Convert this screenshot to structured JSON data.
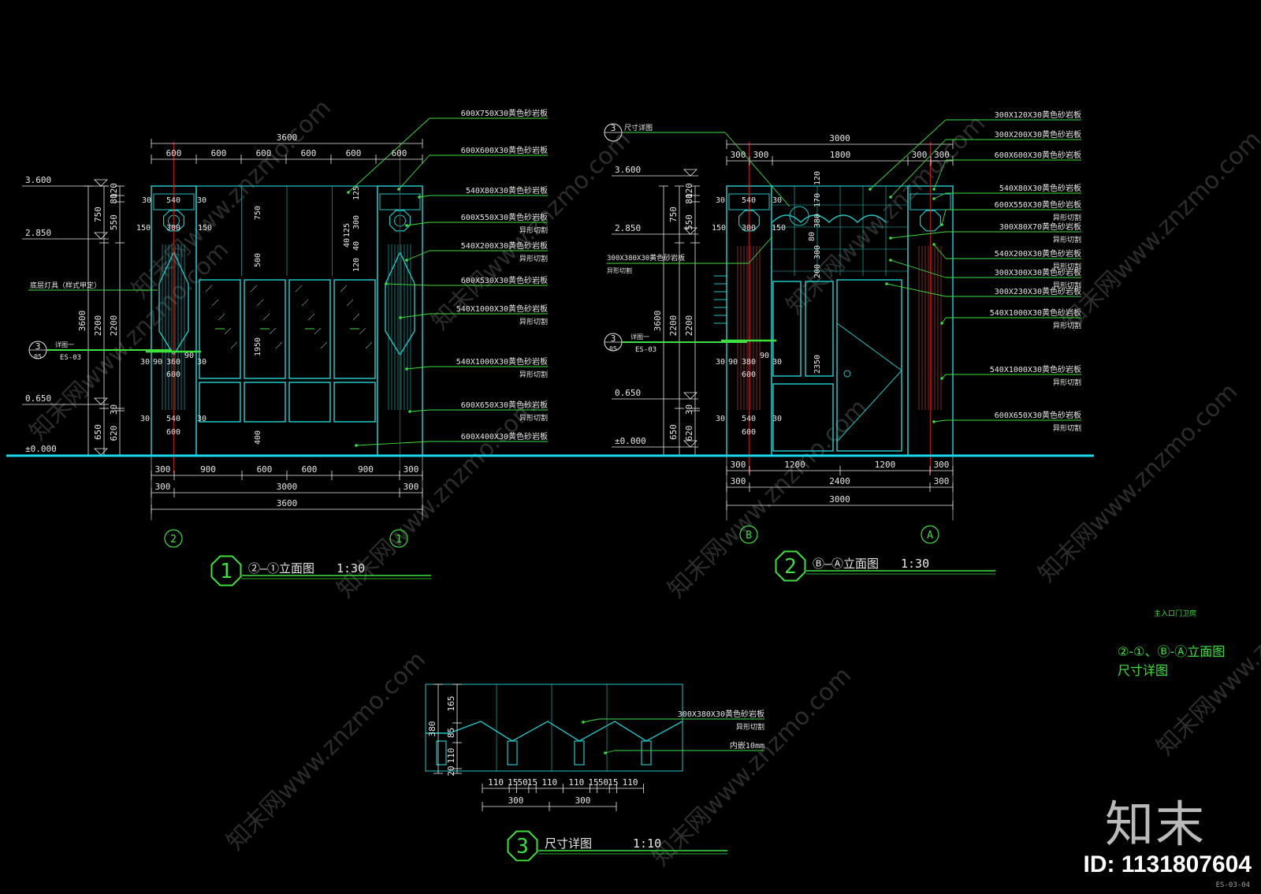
{
  "colors": {
    "background": "#000000",
    "dimension": "#e8e8e8",
    "leader": "#3de03d",
    "outline": "#21c6c6",
    "axis": "#e02020",
    "ground": "#19d6e8",
    "watermark": "#cfcfcf"
  },
  "elevation1": {
    "title_number": "1",
    "title": "②—①立面图",
    "scale": "1:30",
    "top_dims": [
      "600",
      "600",
      "600",
      "600",
      "600",
      "600"
    ],
    "overall_top": "3600",
    "levels": [
      "3.600",
      "2.850",
      "0.650",
      "±0.000"
    ],
    "left_dims_a": [
      "3600"
    ],
    "left_dims_b": [
      "750",
      "2200",
      "650"
    ],
    "left_dims_c": [
      "120",
      "80",
      "550",
      "2200",
      "30",
      "620"
    ],
    "col_dims": [
      "30",
      "540",
      "30",
      "150",
      "300",
      "150",
      "30",
      "90",
      "360",
      "90",
      "30",
      "600",
      "30",
      "540",
      "30",
      "600"
    ],
    "inner_dims": [
      "750",
      "500",
      "1950",
      "400",
      "125",
      "300",
      "40",
      "125",
      "40",
      "120"
    ],
    "bottom_dims_1": [
      "300",
      "900",
      "600",
      "600",
      "900",
      "300"
    ],
    "bottom_dims_2": [
      "300",
      "3000",
      "300"
    ],
    "bottom_dims_3": [
      "3600"
    ],
    "axes": [
      "2",
      "1"
    ],
    "note_left": "底层灯具（样式甲定）",
    "section_ref": {
      "number": "3",
      "sheet": "05",
      "code": "ES-03",
      "label": "详图一"
    },
    "labels": [
      {
        "text": "600X750X30黄色砂岩板",
        "sub": ""
      },
      {
        "text": "600X600X30黄色砂岩板",
        "sub": ""
      },
      {
        "text": "540X80X30黄色砂岩板",
        "sub": ""
      },
      {
        "text": "600X550X30黄色砂岩板",
        "sub": "异形切割"
      },
      {
        "text": "540X200X30黄色砂岩板",
        "sub": "异形切割"
      },
      {
        "text": "600X530X30黄色砂岩板",
        "sub": ""
      },
      {
        "text": "540X1000X30黄色砂岩板",
        "sub": "异形切割"
      },
      {
        "text": "540X1000X30黄色砂岩板",
        "sub": "异形切割"
      },
      {
        "text": "600X650X30黄色砂岩板",
        "sub": "异形切割"
      },
      {
        "text": "600X400X30黄色砂岩板",
        "sub": ""
      }
    ]
  },
  "elevation2": {
    "title_number": "2",
    "title": "Ⓑ—Ⓐ立面图",
    "scale": "1:30",
    "top_dims": [
      "300",
      "300",
      "1800",
      "300",
      "300"
    ],
    "overall_top": "3000",
    "levels": [
      "3.600",
      "2.850",
      "0.650",
      "±0.000"
    ],
    "left_dims_a": [
      "3600"
    ],
    "left_dims_b": [
      "750",
      "2200",
      "650"
    ],
    "left_dims_c": [
      "120",
      "80",
      "550",
      "2200",
      "30",
      "620"
    ],
    "col_dims": [
      "30",
      "540",
      "30",
      "150",
      "300",
      "150",
      "30",
      "90",
      "380",
      "90",
      "30",
      "600",
      "30",
      "540",
      "30",
      "600"
    ],
    "inner_dims": [
      "120",
      "170",
      "380",
      "80",
      "300",
      "200",
      "2350"
    ],
    "bottom_dims_1": [
      "300",
      "1200",
      "1200",
      "300"
    ],
    "bottom_dims_2": [
      "300",
      "2400",
      "300"
    ],
    "bottom_dims_3": [
      "3000"
    ],
    "axes": [
      "B",
      "A"
    ],
    "detail_ref": {
      "number": "3",
      "label": "尺寸详图"
    },
    "note_left": "300X380X30黄色砂岩板",
    "note_left_sub": "异形切割",
    "section_ref": {
      "number": "3",
      "sheet": "05",
      "code": "ES-03",
      "label": "详图一"
    },
    "labels": [
      {
        "text": "300X120X30黄色砂岩板",
        "sub": ""
      },
      {
        "text": "300X200X30黄色砂岩板",
        "sub": ""
      },
      {
        "text": "600X600X30黄色砂岩板",
        "sub": ""
      },
      {
        "text": "540X80X30黄色砂岩板",
        "sub": ""
      },
      {
        "text": "600X550X30黄色砂岩板",
        "sub": "异形切割"
      },
      {
        "text": "300X80X70黄色砂岩板",
        "sub": "异形切割"
      },
      {
        "text": "540X200X30黄色砂岩板",
        "sub": "异形切割"
      },
      {
        "text": "300X300X30黄色砂岩板",
        "sub": "异形切割"
      },
      {
        "text": "300X230X30黄色砂岩板",
        "sub": ""
      },
      {
        "text": "540X1000X30黄色砂岩板",
        "sub": "异形切割"
      },
      {
        "text": "540X1000X30黄色砂岩板",
        "sub": "异形切割"
      },
      {
        "text": "600X650X30黄色砂岩板",
        "sub": "异形切割"
      }
    ]
  },
  "detail3": {
    "title_number": "3",
    "title": "尺寸详图",
    "scale": "1:10",
    "left_dims": [
      "380",
      "165",
      "85",
      "110",
      "20"
    ],
    "bottom_dims_1": [
      "110",
      "15",
      "50",
      "15",
      "110",
      "110",
      "15",
      "50",
      "15",
      "110"
    ],
    "bottom_dims_2": [
      "300",
      "300"
    ],
    "label1": "300X380X30黄色砂岩板",
    "label1_sub": "异形切割",
    "label2": "内嵌10mm"
  },
  "title_block": {
    "small": "主入口门卫房",
    "caption_line1": "②-①、Ⓑ-Ⓐ立面图",
    "caption_line2": "尺寸详图",
    "sheet": "ES-03-04"
  },
  "watermark": {
    "brand": "知末",
    "id": "ID: 1131807604",
    "text": "知末网www.znzmo.com"
  }
}
